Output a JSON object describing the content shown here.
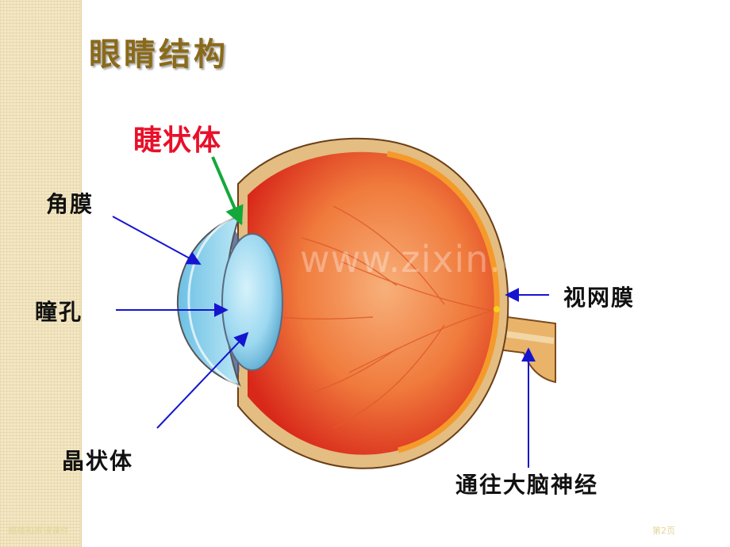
{
  "slide": {
    "title": "眼睛结构",
    "watermark": "www.zixin.com.cn",
    "footer_left": "眼睛和眼镜课件",
    "footer_right": "第2页"
  },
  "labels": {
    "ciliary_body": "睫状体",
    "cornea": "角膜",
    "pupil": "瞳孔",
    "lens": "晶状体",
    "retina": "视网膜",
    "optic_nerve": "通往大脑神经"
  },
  "colors": {
    "title": "#8a6a1a",
    "highlight_label": "#e8102a",
    "pointer_arrow": "#1515d0",
    "ciliary_arrow": "#14a83a",
    "eyeball": "#e8401e",
    "sclera": "#d9b27a",
    "cornea": "#8fd0ec",
    "lens": "#9cd8f0",
    "left_strip": "#f3e7c4"
  }
}
